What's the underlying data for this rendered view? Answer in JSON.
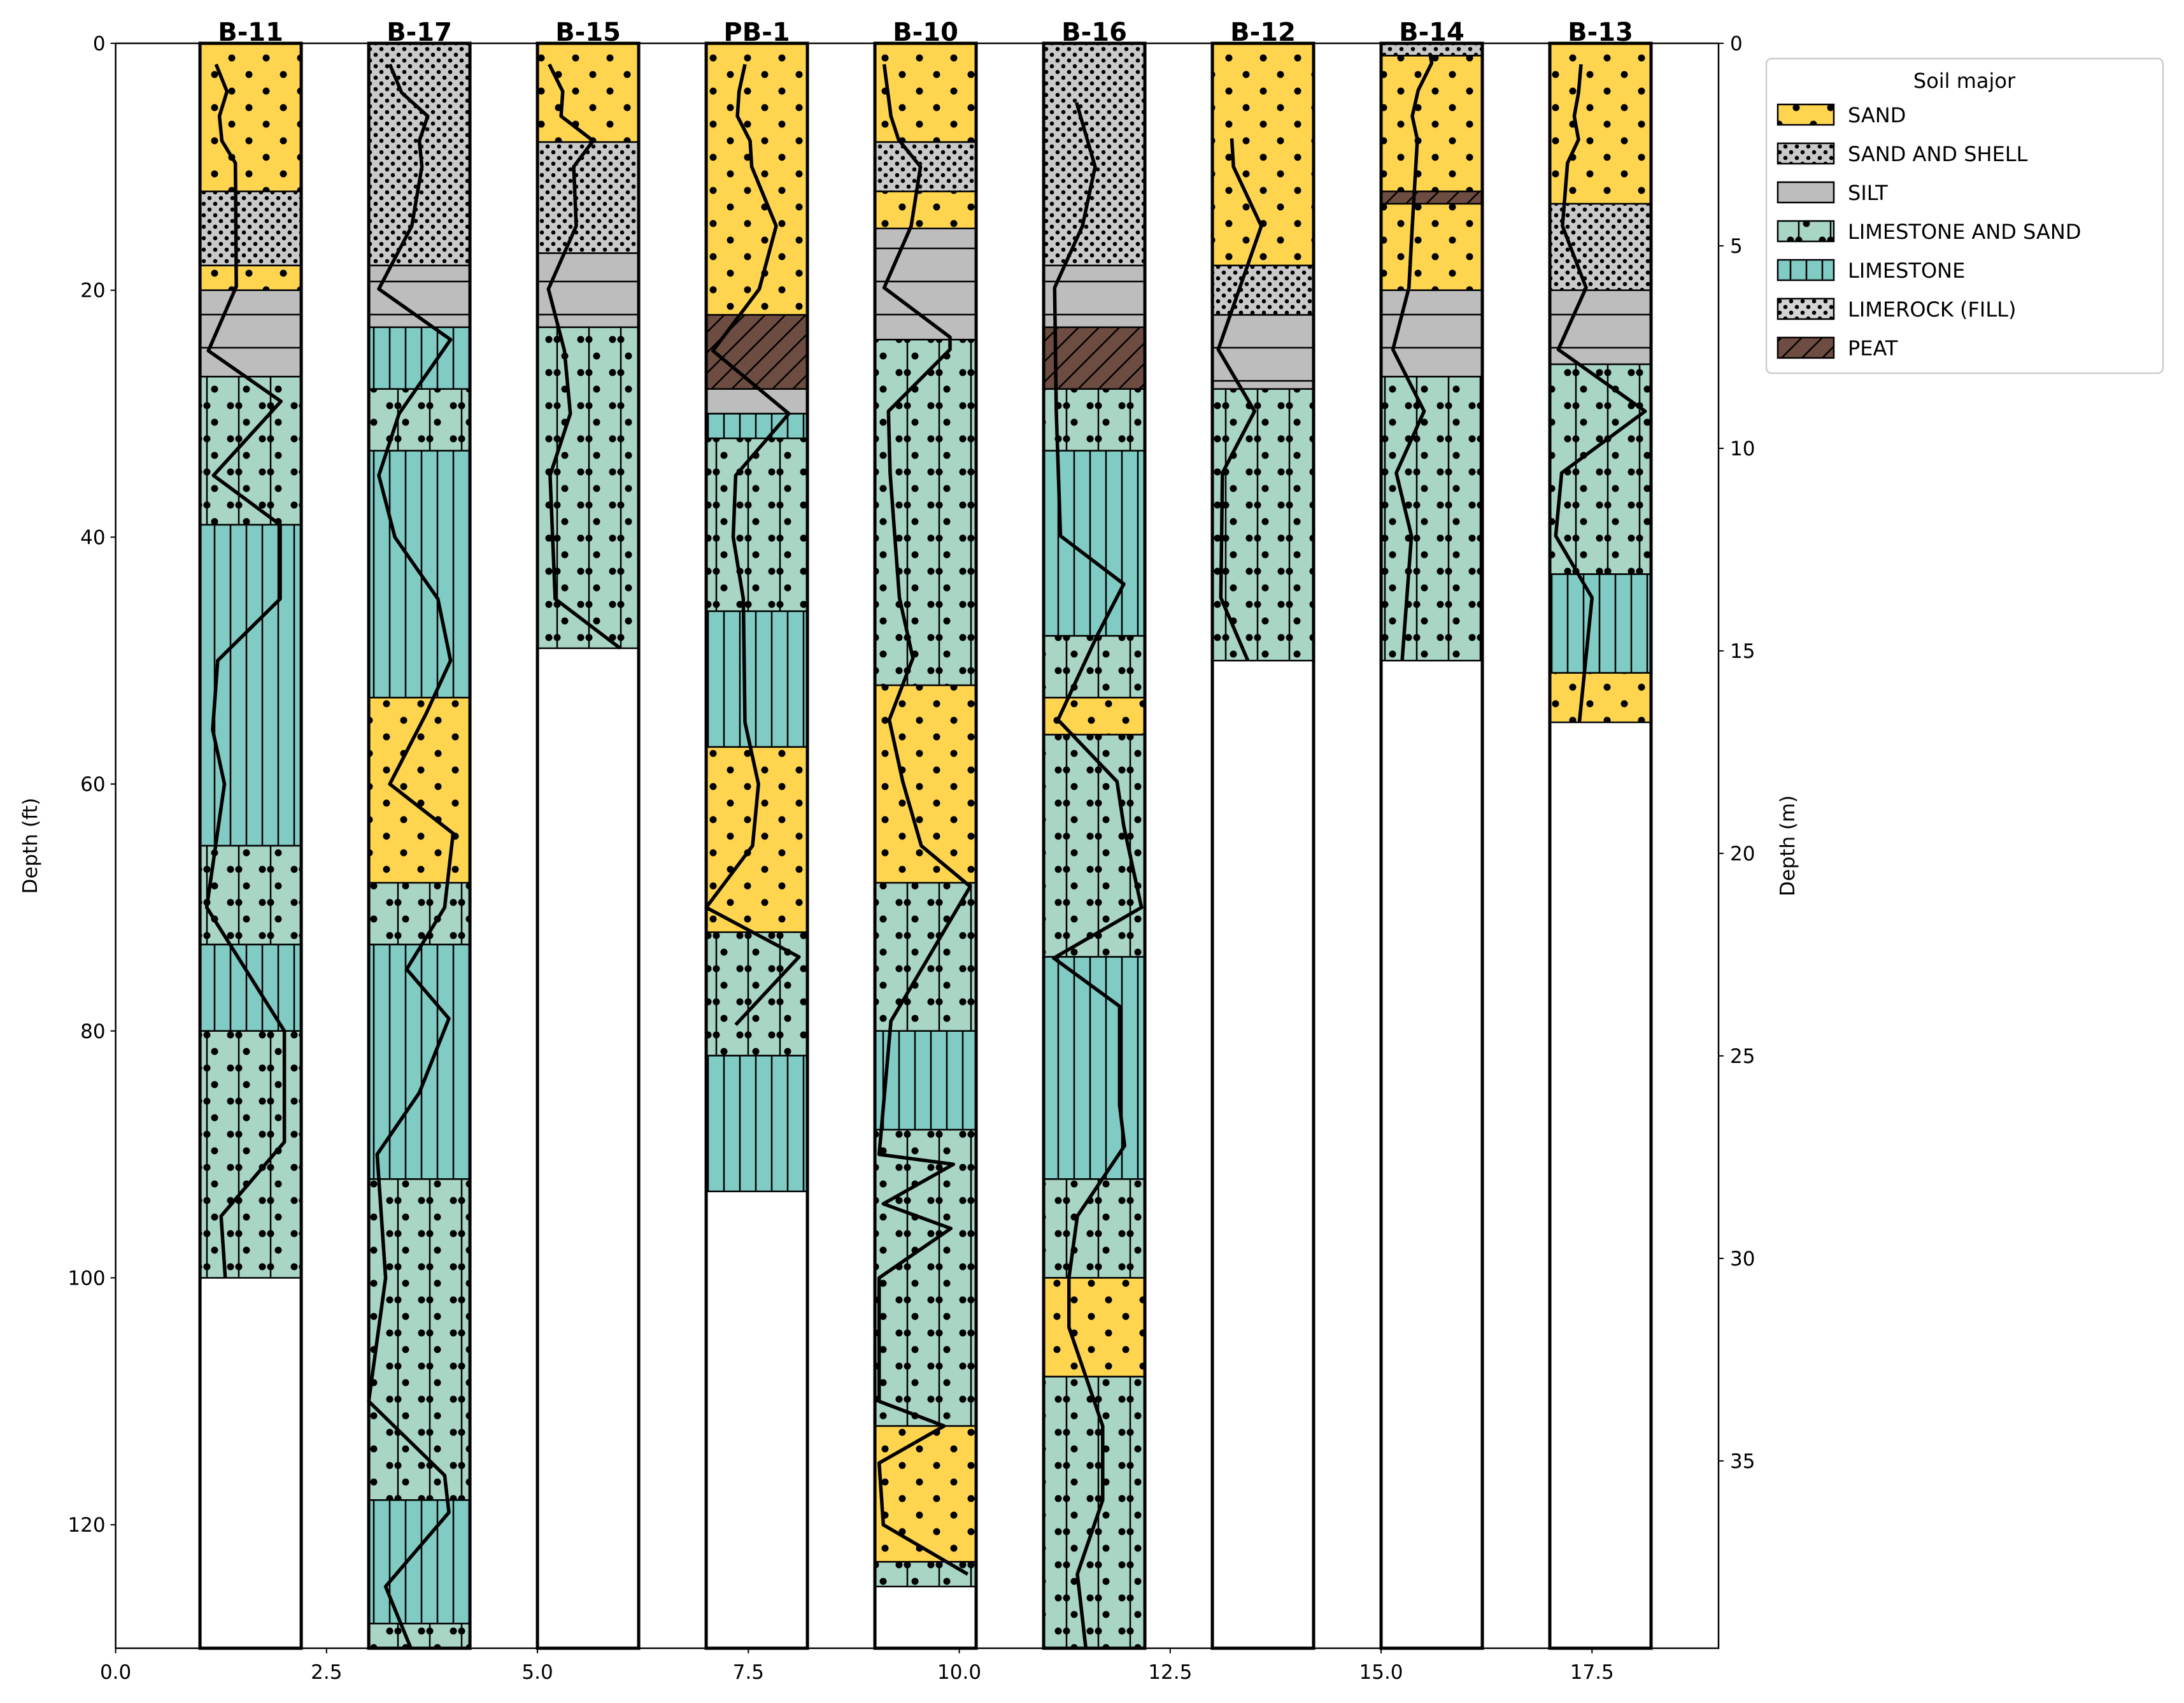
{
  "chart_data": {
    "type": "stratigraphic-columns",
    "xlim": [
      0,
      19
    ],
    "ylim": [
      130,
      0
    ],
    "ylabel": "Depth (ft)",
    "y2label": "Depth (m)",
    "xticks": [
      "0.0",
      "2.5",
      "5.0",
      "7.5",
      "10.0",
      "12.5",
      "15.0",
      "17.5"
    ],
    "xtick_values": [
      0,
      2.5,
      5,
      7.5,
      10,
      12.5,
      15,
      17.5
    ],
    "yticks": [
      "0",
      "20",
      "40",
      "60",
      "80",
      "100",
      "120"
    ],
    "ytick_values": [
      0,
      20,
      40,
      60,
      80,
      100,
      120
    ],
    "y2ticks": [
      "0",
      "5",
      "10",
      "15",
      "20",
      "25",
      "30",
      "35"
    ],
    "y2tick_values_m": [
      0,
      5,
      10,
      15,
      20,
      25,
      30,
      35
    ],
    "ft_per_m": 3.2808,
    "column_width": 1.2,
    "legend": {
      "title": "Soil major",
      "placement": "outside-top-right",
      "entries": [
        "SAND",
        "SAND AND SHELL",
        "SILT",
        "LIMESTONE AND SAND",
        "LIMESTONE",
        "LIMEROCK (FILL)",
        "PEAT"
      ]
    },
    "soil_styles": {
      "SAND": {
        "color": "#FFD54F",
        "hatch": "dots"
      },
      "SAND AND SHELL": {
        "color": "#C9C9C9",
        "hatch": "small-dots"
      },
      "SILT": {
        "color": "#BDBDBD",
        "hatch": "horizontal"
      },
      "LIMESTONE AND SAND": {
        "color": "#A8D5C4",
        "hatch": "vertical-dots"
      },
      "LIMESTONE": {
        "color": "#80CBC4",
        "hatch": "vertical"
      },
      "LIMEROCK (FILL)": {
        "color": "#D3D3D3",
        "hatch": "small-dots"
      },
      "PEAT": {
        "color": "#6D4C41",
        "hatch": "diagonal"
      }
    },
    "boreholes": [
      {
        "name": "B-11",
        "x": 1,
        "layers": [
          [
            0,
            12,
            "SAND"
          ],
          [
            12,
            18,
            "SAND AND SHELL"
          ],
          [
            18,
            20,
            "SAND"
          ],
          [
            20,
            27,
            "SILT"
          ],
          [
            27,
            39,
            "LIMESTONE AND SAND"
          ],
          [
            39,
            65,
            "LIMESTONE"
          ],
          [
            65,
            73,
            "LIMESTONE AND SAND"
          ],
          [
            73,
            80,
            "LIMESTONE"
          ],
          [
            80,
            100,
            "LIMESTONE AND SAND"
          ]
        ],
        "profile": [
          [
            1.19,
            1.7
          ],
          [
            1.32,
            3.9
          ],
          [
            1.23,
            5.9
          ],
          [
            1.26,
            7.9
          ],
          [
            1.42,
            9.7
          ],
          [
            1.43,
            19.7
          ],
          [
            1.1,
            24.9
          ],
          [
            1.96,
            29
          ],
          [
            1.16,
            35
          ],
          [
            1.95,
            39
          ],
          [
            1.95,
            45
          ],
          [
            1.21,
            50
          ],
          [
            1.15,
            55.6
          ],
          [
            1.29,
            60
          ],
          [
            1.08,
            70
          ],
          [
            2.0,
            80
          ],
          [
            2.0,
            89
          ],
          [
            1.25,
            95
          ],
          [
            1.3,
            100
          ]
        ]
      },
      {
        "name": "B-17",
        "x": 3,
        "layers": [
          [
            0,
            18,
            "SAND AND SHELL"
          ],
          [
            18,
            23,
            "SILT"
          ],
          [
            23,
            28,
            "LIMESTONE"
          ],
          [
            28,
            33,
            "LIMESTONE AND SAND"
          ],
          [
            33,
            53,
            "LIMESTONE"
          ],
          [
            53,
            68,
            "SAND"
          ],
          [
            68,
            73,
            "LIMESTONE AND SAND"
          ],
          [
            73,
            92,
            "LIMESTONE"
          ],
          [
            92,
            118,
            "LIMESTONE AND SAND"
          ],
          [
            118,
            128,
            "LIMESTONE"
          ],
          [
            128,
            130,
            "LIMESTONE AND SAND"
          ]
        ],
        "profile": [
          [
            3.25,
            1.7
          ],
          [
            3.39,
            4
          ],
          [
            3.7,
            5.9
          ],
          [
            3.6,
            7.9
          ],
          [
            3.63,
            10
          ],
          [
            3.51,
            14.8
          ],
          [
            3.12,
            19.9
          ],
          [
            3.97,
            24
          ],
          [
            3.36,
            30
          ],
          [
            3.12,
            35
          ],
          [
            3.31,
            40
          ],
          [
            3.82,
            45
          ],
          [
            3.97,
            50
          ],
          [
            3.68,
            54.3
          ],
          [
            3.25,
            60
          ],
          [
            4.0,
            64
          ],
          [
            3.9,
            70
          ],
          [
            3.45,
            75
          ],
          [
            3.95,
            79
          ],
          [
            3.6,
            85
          ],
          [
            3.1,
            90
          ],
          [
            3.2,
            100
          ],
          [
            3.0,
            110
          ],
          [
            3.9,
            116
          ],
          [
            3.95,
            119
          ],
          [
            3.2,
            125
          ],
          [
            3.5,
            130
          ]
        ]
      },
      {
        "name": "B-15",
        "x": 5,
        "layers": [
          [
            0,
            8,
            "SAND"
          ],
          [
            8,
            17,
            "SAND AND SHELL"
          ],
          [
            17,
            23,
            "SILT"
          ],
          [
            23,
            49,
            "LIMESTONE AND SAND"
          ]
        ],
        "profile": [
          [
            5.14,
            1.7
          ],
          [
            5.3,
            3.9
          ],
          [
            5.28,
            5.9
          ],
          [
            5.66,
            7.9
          ],
          [
            5.43,
            10
          ],
          [
            5.46,
            14.8
          ],
          [
            5.13,
            19.9
          ],
          [
            5.32,
            24.9
          ],
          [
            5.39,
            30
          ],
          [
            5.15,
            35
          ],
          [
            5.21,
            45
          ],
          [
            5.98,
            49
          ]
        ]
      },
      {
        "name": "PB-1",
        "x": 7,
        "layers": [
          [
            0,
            22,
            "SAND"
          ],
          [
            22,
            28,
            "PEAT"
          ],
          [
            28,
            30,
            "SILT"
          ],
          [
            30,
            32,
            "LIMESTONE"
          ],
          [
            32,
            46,
            "LIMESTONE AND SAND"
          ],
          [
            46,
            57,
            "LIMESTONE"
          ],
          [
            57,
            72,
            "SAND"
          ],
          [
            72,
            82,
            "LIMESTONE AND SAND"
          ],
          [
            82,
            93,
            "LIMESTONE"
          ]
        ],
        "profile": [
          [
            7.46,
            1.7
          ],
          [
            7.39,
            3.9
          ],
          [
            7.37,
            5.9
          ],
          [
            7.52,
            7.9
          ],
          [
            7.54,
            10
          ],
          [
            7.83,
            14.8
          ],
          [
            7.63,
            19.9
          ],
          [
            7.08,
            24.9
          ],
          [
            7.98,
            30
          ],
          [
            7.35,
            35
          ],
          [
            7.32,
            40
          ],
          [
            7.44,
            45
          ],
          [
            7.46,
            55
          ],
          [
            7.62,
            60
          ],
          [
            7.55,
            65
          ],
          [
            7.0,
            70
          ],
          [
            8.1,
            74
          ],
          [
            7.35,
            79.5
          ]
        ]
      },
      {
        "name": "B-10",
        "x": 9,
        "layers": [
          [
            0,
            8,
            "SAND"
          ],
          [
            8,
            12,
            "SAND AND SHELL"
          ],
          [
            12,
            15,
            "SAND"
          ],
          [
            15,
            24,
            "SILT"
          ],
          [
            24,
            52,
            "LIMESTONE AND SAND"
          ],
          [
            52,
            68,
            "SAND"
          ],
          [
            68,
            80,
            "LIMESTONE AND SAND"
          ],
          [
            80,
            88,
            "LIMESTONE"
          ],
          [
            88,
            112,
            "LIMESTONE AND SAND"
          ],
          [
            112,
            123,
            "SAND"
          ],
          [
            123,
            125,
            "LIMESTONE AND SAND"
          ]
        ],
        "profile": [
          [
            9.11,
            1.7
          ],
          [
            9.19,
            5.9
          ],
          [
            9.28,
            7.8
          ],
          [
            9.54,
            10
          ],
          [
            9.43,
            14.8
          ],
          [
            9.11,
            19.8
          ],
          [
            9.89,
            23.8
          ],
          [
            9.89,
            24.8
          ],
          [
            9.16,
            29.8
          ],
          [
            9.18,
            34.8
          ],
          [
            9.29,
            44.9
          ],
          [
            9.45,
            49.8
          ],
          [
            9.17,
            54.8
          ],
          [
            9.33,
            59.8
          ],
          [
            9.55,
            65
          ],
          [
            10.13,
            68.3
          ],
          [
            9.19,
            79.2
          ],
          [
            9.05,
            90
          ],
          [
            9.93,
            90.8
          ],
          [
            9.1,
            94
          ],
          [
            9.9,
            96
          ],
          [
            9.05,
            100
          ],
          [
            9.05,
            110
          ],
          [
            9.82,
            112
          ],
          [
            9.05,
            115
          ],
          [
            9.1,
            120
          ],
          [
            10.1,
            124
          ]
        ]
      },
      {
        "name": "B-16",
        "x": 11,
        "layers": [
          [
            0,
            18,
            "SAND AND SHELL"
          ],
          [
            18,
            23,
            "SILT"
          ],
          [
            23,
            28,
            "PEAT"
          ],
          [
            28,
            33,
            "LIMESTONE AND SAND"
          ],
          [
            33,
            48,
            "LIMESTONE"
          ],
          [
            48,
            53,
            "LIMESTONE AND SAND"
          ],
          [
            53,
            56,
            "SAND"
          ],
          [
            56,
            74,
            "LIMESTONE AND SAND"
          ],
          [
            74,
            92,
            "LIMESTONE"
          ],
          [
            92,
            100,
            "LIMESTONE AND SAND"
          ],
          [
            100,
            108,
            "SAND"
          ],
          [
            108,
            130,
            "LIMESTONE AND SAND"
          ]
        ],
        "profile": [
          [
            11.39,
            4.8
          ],
          [
            11.61,
            10
          ],
          [
            11.46,
            14.8
          ],
          [
            11.13,
            19.8
          ],
          [
            11.15,
            29.8
          ],
          [
            11.2,
            39.9
          ],
          [
            11.95,
            43.8
          ],
          [
            11.64,
            47.9
          ],
          [
            11.17,
            54.8
          ],
          [
            11.87,
            59.8
          ],
          [
            11.95,
            63.4
          ],
          [
            12.16,
            70
          ],
          [
            11.12,
            74.1
          ],
          [
            11.9,
            78
          ],
          [
            11.9,
            86
          ],
          [
            11.96,
            89.3
          ],
          [
            11.4,
            95
          ],
          [
            11.3,
            100
          ],
          [
            11.3,
            104
          ],
          [
            11.7,
            112
          ],
          [
            11.7,
            118
          ],
          [
            11.4,
            124
          ],
          [
            11.5,
            130
          ]
        ]
      },
      {
        "name": "B-12",
        "x": 13,
        "layers": [
          [
            0,
            18,
            "SAND"
          ],
          [
            18,
            22,
            "SAND AND SHELL"
          ],
          [
            22,
            28,
            "SILT"
          ],
          [
            28,
            50,
            "LIMESTONE AND SAND"
          ]
        ],
        "profile": [
          [
            13.23,
            7.7
          ],
          [
            13.25,
            10
          ],
          [
            13.58,
            14.8
          ],
          [
            13.07,
            24.8
          ],
          [
            13.5,
            29.8
          ],
          [
            13.12,
            34.8
          ],
          [
            13.1,
            44.9
          ],
          [
            13.42,
            50
          ]
        ]
      },
      {
        "name": "B-14",
        "x": 15,
        "layers": [
          [
            0,
            1,
            "SAND AND SHELL"
          ],
          [
            1,
            12,
            "SAND"
          ],
          [
            12,
            13,
            "PEAT"
          ],
          [
            13,
            20,
            "SAND"
          ],
          [
            20,
            27,
            "SILT"
          ],
          [
            27,
            50,
            "LIMESTONE AND SAND"
          ]
        ],
        "profile": [
          [
            15.58,
            0.85
          ],
          [
            15.6,
            1.6
          ],
          [
            15.44,
            3.8
          ],
          [
            15.37,
            5.9
          ],
          [
            15.43,
            7.8
          ],
          [
            15.37,
            14.8
          ],
          [
            15.33,
            19.8
          ],
          [
            15.14,
            24.8
          ],
          [
            15.51,
            29.8
          ],
          [
            15.18,
            34.8
          ],
          [
            15.36,
            39.9
          ],
          [
            15.25,
            50
          ]
        ]
      },
      {
        "name": "B-13",
        "x": 17,
        "layers": [
          [
            0,
            13,
            "SAND"
          ],
          [
            13,
            20,
            "SAND AND SHELL"
          ],
          [
            20,
            26,
            "SILT"
          ],
          [
            26,
            43,
            "LIMESTONE AND SAND"
          ],
          [
            43,
            51,
            "LIMESTONE"
          ],
          [
            51,
            55,
            "SAND"
          ]
        ],
        "profile": [
          [
            17.37,
            1.7
          ],
          [
            17.34,
            4
          ],
          [
            17.29,
            5.9
          ],
          [
            17.34,
            7.8
          ],
          [
            17.21,
            9.7
          ],
          [
            17.15,
            14.8
          ],
          [
            17.43,
            19.8
          ],
          [
            17.1,
            24.8
          ],
          [
            18.13,
            29.8
          ],
          [
            17.14,
            34.8
          ],
          [
            17.07,
            39.9
          ],
          [
            17.5,
            44.9
          ],
          [
            17.35,
            55
          ]
        ]
      }
    ]
  }
}
